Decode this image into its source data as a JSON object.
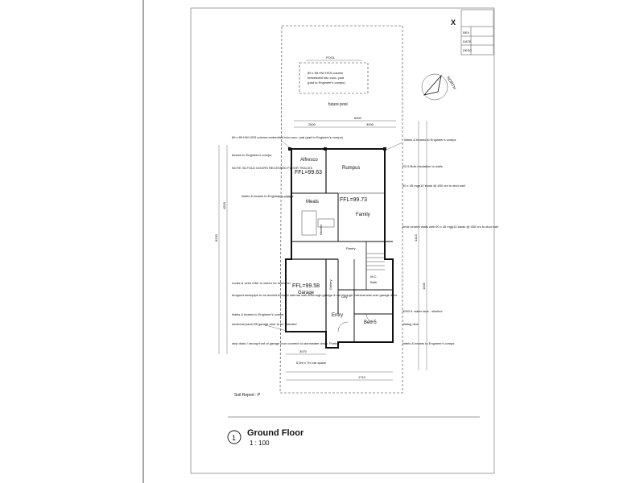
{
  "drawing": {
    "title": "Ground Floor",
    "scale": "1 : 100",
    "number": "1",
    "north": "NORTH",
    "corner_mark": "X",
    "soil_report": "Soil Report : P"
  },
  "labels": {
    "pool": "POOL",
    "future_pool": "future pool",
    "column_note_top": "89 x 89 HW HSS column embedded into conc. pad (pad to Engineer's comps)",
    "column_note_left": "89 x 89 HW HSS column embedded into conc. pad (pad to Engineer's comps)",
    "beams_note": "beams to Engineer's comps",
    "bifold_note": "NOTE: BI-FOLD DOORS RECESSED FLOOR TRACKS",
    "lintels_left": "lintels & beams to Engineer's comps",
    "lintels_right": "lintels & beams to Engineer's comps",
    "insulation_note": "R2.5 Bulk insulation to walls",
    "studs_note": "90 x 45 mgp10 studs @ 450 crs to stud wall",
    "brick_veneer_note": "brick veneer walls with 90 x 45 mgp10 studs @ 450 crs to stud wall",
    "nooks_note": "nooks & oven refer to owner for selection",
    "downpipe_note": "dropped downpipe to be ducted through internal wall & through garage & out through external wall over garage door",
    "lintels_garage": "lintels & beams to Engineer's comps",
    "sectional_door": "sectional panel lift garage door to be selected",
    "drain_note": "strip drain / strong front of garage door connect to stormwater drain",
    "crossover": "5.5m x 7m car space",
    "water_tank": "3000 lt. water tank - slimline",
    "lintels_bed": "lintels & beams to Engineer's comps",
    "sliding_door": "sliding door"
  },
  "rooms": {
    "alfresco": "Alfresco",
    "rumpus": "Rumpus",
    "meals": "Meals",
    "kitchen": "Kitchen",
    "family": "Family",
    "pantry": "Pantry",
    "garage": "Garage",
    "gallery": "Gallery",
    "laundry": "Ldry",
    "entry": "Entry",
    "bed5": "Bed 5",
    "portico": "Portico",
    "wc": "W.C.",
    "bath": "Bath"
  },
  "levels": {
    "alfresco": "FFL=99.63",
    "family": "FFL=99.73",
    "garage": "FFL=99.58"
  },
  "dimensions": {
    "top": "6400",
    "mid1": "2500",
    "mid2": "3000",
    "mid3": "1710",
    "bottom": "3070",
    "side1": "8200",
    "side2": "4500",
    "side3": "4410",
    "side4": "1400"
  },
  "revision_table": {
    "rows": [
      "REV",
      "DATE",
      "DESC"
    ]
  }
}
